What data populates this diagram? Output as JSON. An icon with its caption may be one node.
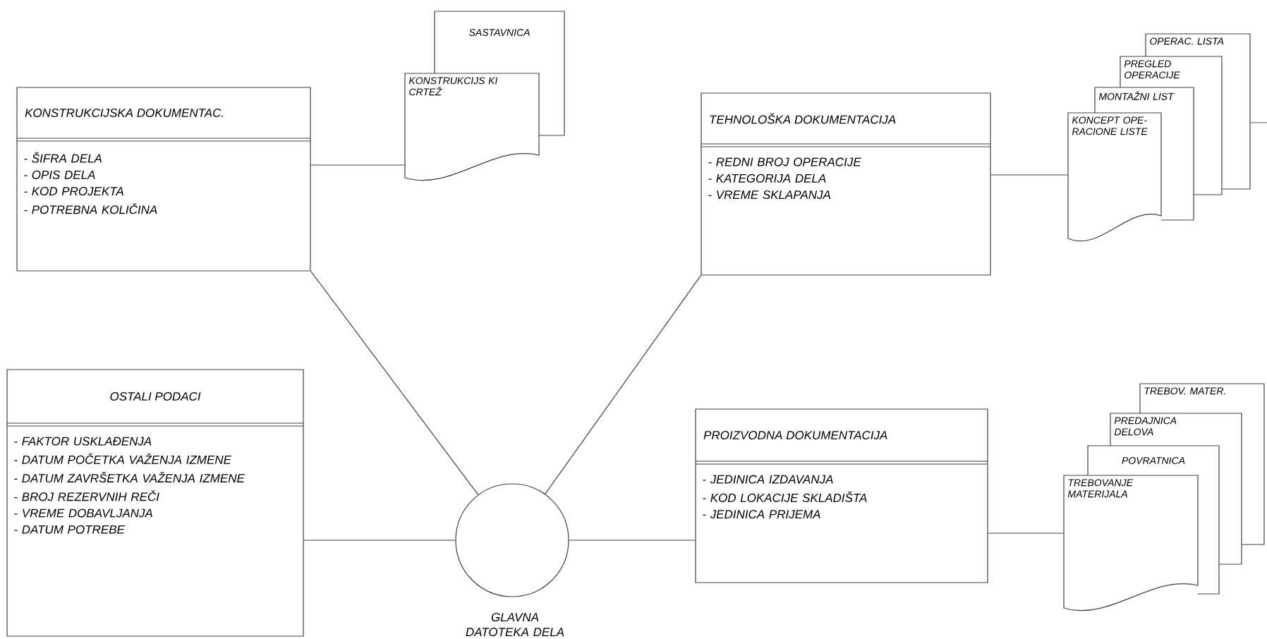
{
  "diagram": {
    "nodes": [
      {
        "text": [
          "KONSTRUKCIJSKA DOKUMENTAC.",
          "- ŠIFRA DELA",
          "- OPIS DELA",
          "- KOD PROJEKTA",
          "- POTREBNA KOLIČINA"
        ]
      },
      {
        "text": [
          "SASTAVNICA"
        ]
      },
      {
        "text": [
          "KONSTRUKCIJS KI CRTEŽ"
        ]
      },
      {
        "text": [
          "TEHNOLOŠKA DOKUMENTACIJA",
          "- REDNI BROJ OPERACIJE",
          "- KATEGORIJA DELA",
          "- VREME SKLAPANJA"
        ]
      },
      {
        "text": [
          "OPERAC. LISTA"
        ]
      },
      {
        "text": [
          "PREGLED OPERACIJE"
        ]
      },
      {
        "text": [
          "MONTAŽNI LIST"
        ]
      },
      {
        "text": [
          "KONCEPT OPE- RACIONE LISTE"
        ]
      },
      {
        "text": [
          "OSTALI PODACI",
          "- FAKTOR USKLAĐENJA",
          "- DATUM POČETKA VAŽENJA IZMENE",
          "- DATUM ZAVRŠETKA VAŽENJA IZMENE",
          "- BROJ REZERVNIH REČI",
          "- VREME DOBAVLJANJA",
          "- DATUM POTREBE"
        ]
      },
      {
        "text": [],
        "shape": "circle",
        "beside": [
          "GLAVNA DATOTEKA DELA"
        ]
      },
      {
        "text": [
          "PROIZVODNA DOKUMENTACIJA",
          "- JEDINICA IZDAVANJA",
          "- KOD LOKACIJE SKLADIŠTA",
          "- JEDINICA PRIJEMA"
        ]
      },
      {
        "text": [
          "TREBOV. MATER."
        ]
      },
      {
        "text": [
          "PREDAJNICA DELOVA"
        ]
      },
      {
        "text": [
          "POVRATNICA"
        ]
      },
      {
        "text": [
          "TREBOVANJE MATERIJALA"
        ]
      }
    ],
    "edges": [
      {
        "from": 0,
        "to": 2,
        "arrow": "none"
      },
      {
        "from": 3,
        "to": 7,
        "arrow": "none"
      },
      {
        "from": 4,
        "to": null,
        "arrow": "none"
      },
      {
        "from": 0,
        "to": 9,
        "arrow": "none"
      },
      {
        "from": 3,
        "to": 9,
        "arrow": "none"
      },
      {
        "from": 8,
        "to": 9,
        "arrow": "none"
      },
      {
        "from": 9,
        "to": 10,
        "arrow": "none"
      },
      {
        "from": 10,
        "to": 14,
        "arrow": "none"
      }
    ]
  }
}
